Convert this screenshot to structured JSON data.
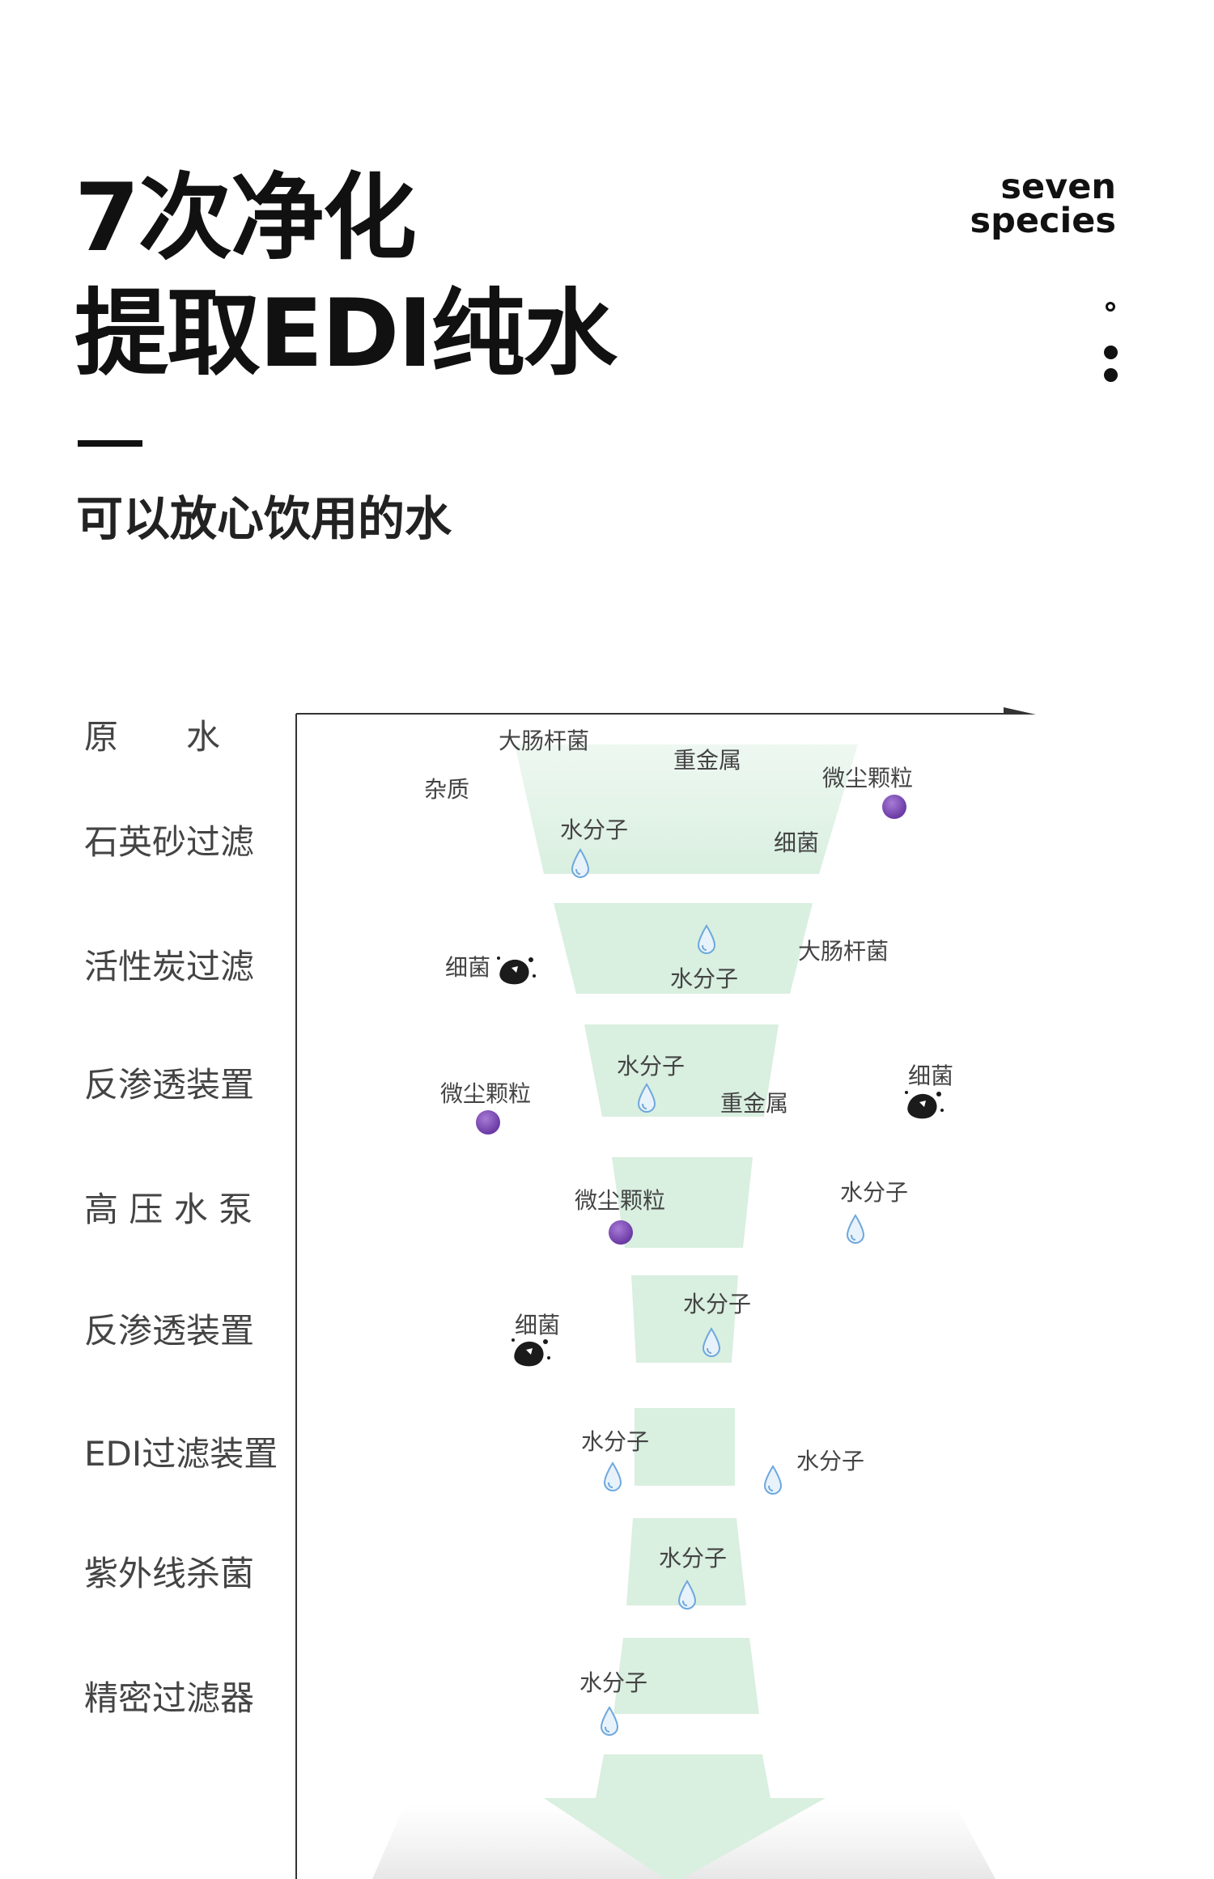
{
  "headline": {
    "line1": "7次净化",
    "line2": "提取EDI纯水"
  },
  "tagline": {
    "line1": "seven",
    "line2": "species"
  },
  "subtitle": "可以放心饮用的水",
  "colors": {
    "funnel_fill": "#d9efe0",
    "axis": "#333333",
    "text": "#1a1a1a",
    "dust": "#7a47b5",
    "drop": "#6fa8dc"
  },
  "stages": [
    {
      "label": "原　　水"
    },
    {
      "label": "石英砂过滤"
    },
    {
      "label": "活性炭过滤"
    },
    {
      "label": "反渗透装置"
    },
    {
      "label": "高 压 水 泵"
    },
    {
      "label": "反渗透装置"
    },
    {
      "label": "EDI过滤装置"
    },
    {
      "label": "紫外线杀菌"
    },
    {
      "label": "精密过滤器"
    }
  ],
  "particles": [
    {
      "text": "大肠杆菌",
      "icon": ""
    },
    {
      "text": "重金属",
      "icon": ""
    },
    {
      "text": "杂质",
      "icon": ""
    },
    {
      "text": "微尘颗粒",
      "icon": "dust-particle-icon"
    },
    {
      "text": "水分子",
      "icon": "water-drop-icon"
    },
    {
      "text": "细菌",
      "icon": ""
    },
    {
      "text": "细菌",
      "icon": "bacteria-icon"
    },
    {
      "text": "水分子",
      "icon": "water-drop-icon"
    },
    {
      "text": "大肠杆菌",
      "icon": ""
    },
    {
      "text": "微尘颗粒",
      "icon": "dust-particle-icon"
    },
    {
      "text": "水分子",
      "icon": "water-drop-icon"
    },
    {
      "text": "重金属",
      "icon": ""
    },
    {
      "text": "细菌",
      "icon": "bacteria-icon"
    },
    {
      "text": "微尘颗粒",
      "icon": "dust-particle-icon"
    },
    {
      "text": "水分子",
      "icon": "water-drop-icon"
    },
    {
      "text": "细菌",
      "icon": "bacteria-icon"
    },
    {
      "text": "水分子",
      "icon": "water-drop-icon"
    },
    {
      "text": "水分子",
      "icon": "water-drop-icon"
    },
    {
      "text": "水分子",
      "icon": "water-drop-icon"
    },
    {
      "text": "水分子",
      "icon": "water-drop-icon"
    },
    {
      "text": "水分子",
      "icon": "water-drop-icon"
    }
  ]
}
